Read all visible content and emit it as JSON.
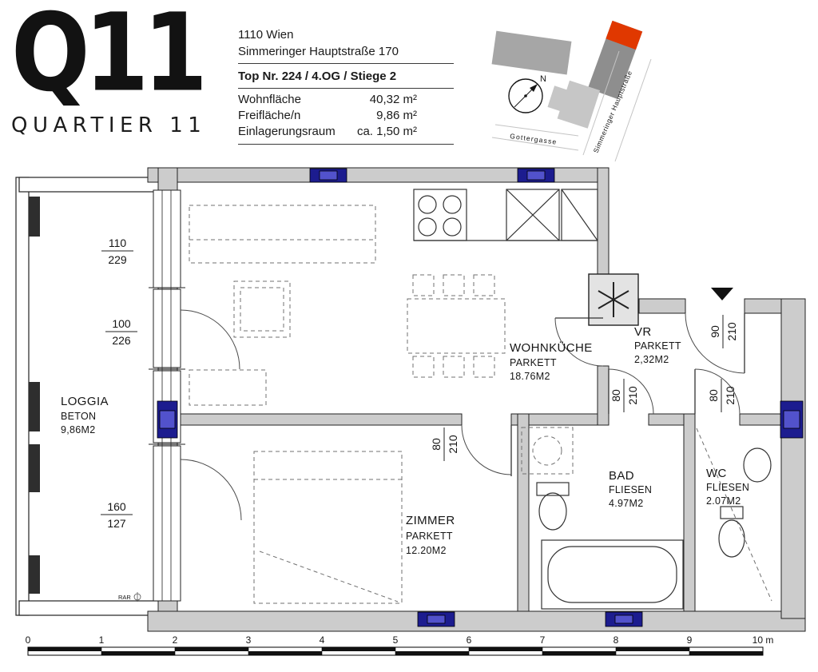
{
  "logo": {
    "main": "Q11",
    "sub": "QUARTIER 11"
  },
  "header": {
    "city": "1110 Wien",
    "street": "Simmeringer Hauptstraße 170",
    "unit": "Top Nr. 224 / 4.OG / Stiege 2",
    "rows": [
      {
        "label": "Wohnfläche",
        "value": "40,32 m²"
      },
      {
        "label": "Freifläche/n",
        "value": "9,86 m²"
      },
      {
        "label": "Einlagerungsraum",
        "value": "ca. 1,50 m²"
      }
    ]
  },
  "sitemap": {
    "compass": "N",
    "street1": "Gottergasse",
    "street2": "Simmeringer Hauptstraße"
  },
  "rooms": {
    "loggia": {
      "name": "LOGGIA",
      "finish": "BETON",
      "area": "9,86M2"
    },
    "wohnkueche": {
      "name": "WOHNKÜCHE",
      "finish": "PARKETT",
      "area": "18.76M2"
    },
    "vr": {
      "name": "VR",
      "finish": "PARKETT",
      "area": "2,32M2"
    },
    "bad": {
      "name": "BAD",
      "finish": "FLIESEN",
      "area": "4.97M2"
    },
    "wc": {
      "name": "WC",
      "finish": "FLIESEN",
      "area": "2.07M2"
    },
    "zimmer": {
      "name": "ZIMMER",
      "finish": "PARKETT",
      "area": "12.20M2"
    }
  },
  "dims": {
    "win1": {
      "num": "110",
      "den": "229"
    },
    "win2": {
      "num": "100",
      "den": "226"
    },
    "win3": {
      "num": "160",
      "den": "127"
    },
    "door_zimmer": {
      "num": "80",
      "den": "210"
    },
    "door_bad": {
      "num": "80",
      "den": "210"
    },
    "door_wc": {
      "num": "80",
      "den": "210"
    },
    "door_entry": {
      "num": "90",
      "den": "210"
    }
  },
  "annotations": {
    "rar": "RAR"
  },
  "scalebar": {
    "labels": [
      "0",
      "1",
      "2",
      "3",
      "4",
      "5",
      "6",
      "7",
      "8",
      "9",
      "10 m"
    ]
  },
  "colors": {
    "marker_blue": "#1c1c8f",
    "marker_blue_light": "#5252cc",
    "highlight_red": "#e03800",
    "wall_fill": "#cccccc"
  }
}
